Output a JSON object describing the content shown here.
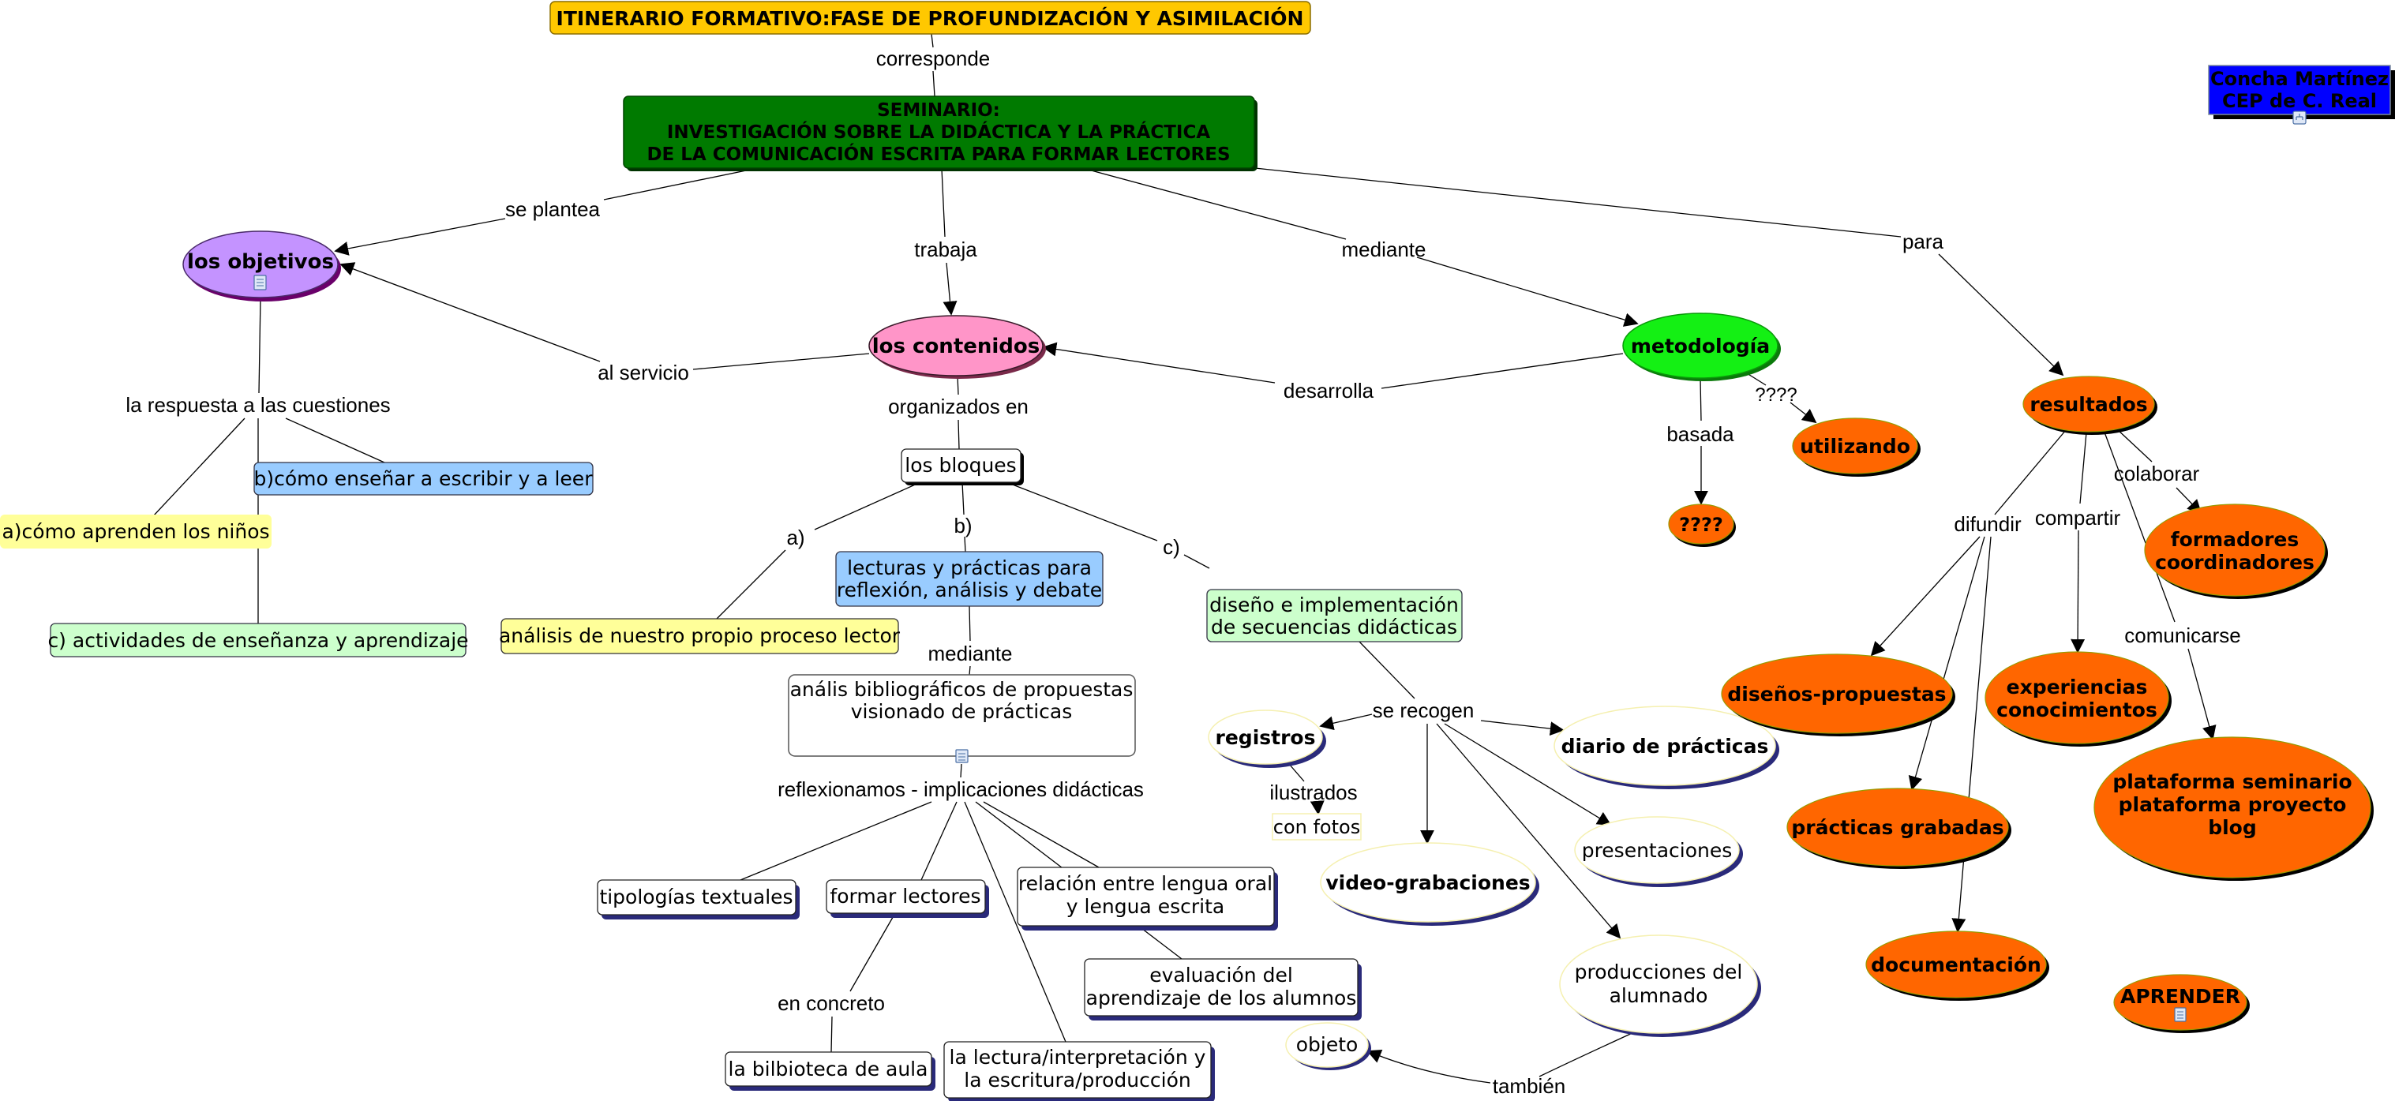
{
  "title": "ITINERARIO FORMATIVO:FASE DE PROFUNDIZACIÓN Y ASIMILACIÓN",
  "colors": {
    "title_bg": "#FFC800",
    "seminar_bg": "#007A00",
    "author_bg": "#0000FF",
    "objetivos_bg": "#C493FF",
    "contenidos_bg": "#FF95C8",
    "metodologia_bg": "#14F014",
    "result_bg": "#FF6600",
    "blue_box": "#99CCFF",
    "yellow_box": "#FFFF99",
    "green_box": "#CCFFCC",
    "white": "#FFFFFF"
  },
  "nodes": {
    "title": "ITINERARIO FORMATIVO:FASE DE PROFUNDIZACIÓN Y ASIMILACIÓN",
    "seminar": [
      "SEMINARIO:",
      "INVESTIGACIÓN SOBRE LA DIDÁCTICA Y LA PRÁCTICA",
      "DE LA COMUNICACIÓN ESCRITA PARA FORMAR LECTORES"
    ],
    "author": [
      "Concha Martínez",
      "CEP de C. Real"
    ],
    "objetivos": "los objetivos",
    "contenidos": "los contenidos",
    "metodologia": "metodología",
    "utilizando": "utilizando",
    "unknown": "????",
    "resultados": "resultados",
    "obj_b": "b)cómo enseñar a escribir y a leer",
    "obj_a": "a)cómo aprenden los niños",
    "obj_c": "c) actividades de enseñanza y aprendizaje",
    "bloques": "los bloques",
    "bloque_a": "análisis de nuestro propio proceso lector",
    "bloque_b": [
      "lecturas y prácticas para",
      "reflexión, análisis y debate"
    ],
    "bloque_c": [
      "diseño e implementación",
      "de secuencias didácticas"
    ],
    "analisis_biblio": [
      "anális bibliográficos  de propuestas",
      "visionado de prácticas"
    ],
    "tipologias": "tipologías textuales",
    "formar_lectores": "formar lectores",
    "relacion": [
      "relación entre lengua oral",
      "y lengua escrita"
    ],
    "evaluacion": [
      "evaluación del",
      "aprendizaje de los alumnos"
    ],
    "biblioteca": "la bilbioteca de aula",
    "lectura_escritura": [
      "la lectura/interpretación y",
      "la escritura/producción"
    ],
    "registros": "registros",
    "con_fotos": "con fotos",
    "diario": "diario de prácticas",
    "video": "video-grabaciones",
    "presentaciones": "presentaciones",
    "producciones": [
      "producciones del",
      "alumnado"
    ],
    "objeto": "objeto",
    "formadores": [
      "formadores",
      "coordinadores"
    ],
    "disenos": "diseños-propuestas",
    "experiencias": [
      "experiencias",
      "conocimientos"
    ],
    "plataforma": [
      "plataforma seminario",
      "plataforma proyecto",
      "blog"
    ],
    "practicas_grabadas": "prácticas grabadas",
    "documentacion": "documentación",
    "aprender": "APRENDER"
  },
  "links": {
    "corresponde": "corresponde",
    "se_plantea": "se plantea",
    "trabaja": "trabaja",
    "mediante": "mediante",
    "para": "para",
    "al_servicio": "al servicio",
    "desarrolla": "desarrolla",
    "organizados_en": "organizados en",
    "la_respuesta": "la respuesta a las cuestiones",
    "q_link": "????",
    "basada": "basada",
    "a": "a)",
    "b": "b)",
    "c": "c)",
    "mediante2": "mediante",
    "reflexionamos": "reflexionamos - implicaciones didácticas",
    "en_concreto": "en concreto",
    "se_recogen": "se recogen",
    "ilustrados": "ilustrados",
    "tambien": "también",
    "difundir": "difundir",
    "compartir": "compartir",
    "colaborar": "colaborar",
    "comunicarse": "comunicarse"
  }
}
